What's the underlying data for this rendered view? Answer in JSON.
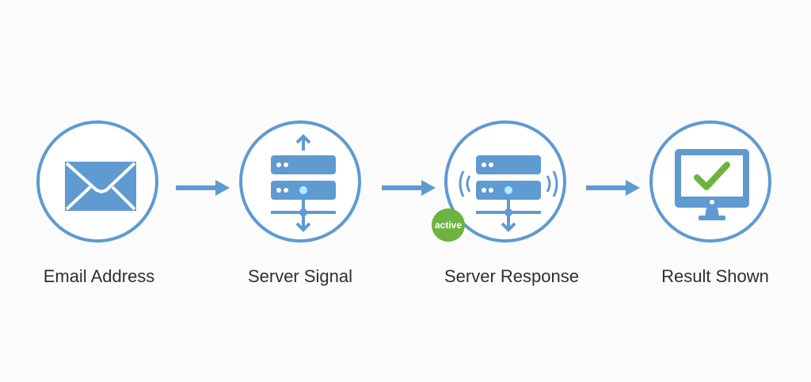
{
  "diagram": {
    "steps": [
      {
        "label": "Email Address",
        "icon": "envelope-icon"
      },
      {
        "label": "Server Signal",
        "icon": "server-updown-icon"
      },
      {
        "label": "Server Response",
        "icon": "server-broadcast-icon",
        "badge": "active"
      },
      {
        "label": "Result Shown",
        "icon": "monitor-check-icon"
      }
    ],
    "connectors": [
      "arrow-right-icon",
      "arrow-right-icon",
      "arrow-right-icon"
    ]
  },
  "colors": {
    "primary": "#5f9ad0",
    "success": "#6db33f",
    "text": "#2f2f2f",
    "background": "#fbfbfb"
  }
}
